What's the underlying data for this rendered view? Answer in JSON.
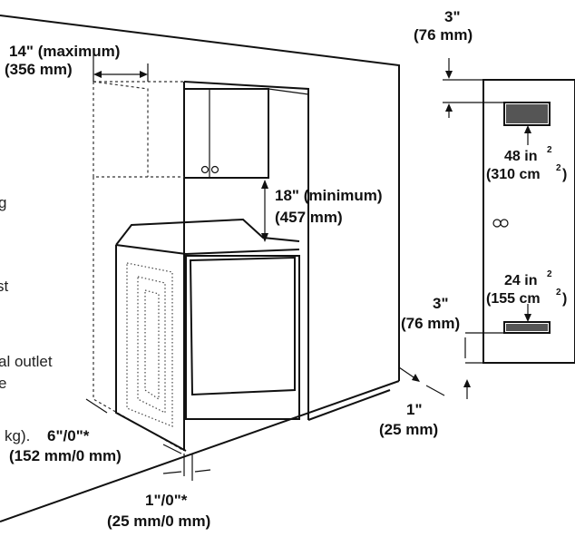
{
  "labels": {
    "overhead_max_in": "14\" (maximum)",
    "overhead_max_mm": "(356 mm)",
    "top_gap_in": "3\"",
    "top_gap_mm": "(76 mm)",
    "cabinet_clear_in": "18\" (minimum)",
    "cabinet_clear_mm": "(457 mm)",
    "top_vent_area": "48 in",
    "top_vent_area_exp": "2",
    "top_vent_area_mm": "(310 cm",
    "top_vent_area_mm_exp": "2",
    "top_vent_area_mm_close": ")",
    "bottom_vent_area": "24 in",
    "bottom_vent_area_exp": "2",
    "bottom_vent_area_mm": "(155 cm",
    "bottom_vent_area_mm_exp": "2",
    "bottom_vent_area_mm_close": ")",
    "bottom_gap_in": "3\"",
    "bottom_gap_mm": "(76 mm)",
    "side_gap_in": "1\"",
    "side_gap_mm": "(25 mm)",
    "rear_gap_in": "6\"/0\"*",
    "rear_gap_mm": "(152 mm/0 mm)",
    "front_gap_in": "1\"/0\"*",
    "front_gap_mm": "(25 mm/0 mm)",
    "kg_fragment": "kg).",
    "outlet_fragment": "al   outlet",
    "frag_g": "g",
    "frag_st": "st",
    "frag_e": "e"
  },
  "icons": {
    "vent_top": "louvered-vent-icon",
    "vent_bottom": "louvered-vent-icon",
    "door_knob": "door-knob-icon",
    "cabinet_knobs": "cabinet-knob-icon"
  }
}
